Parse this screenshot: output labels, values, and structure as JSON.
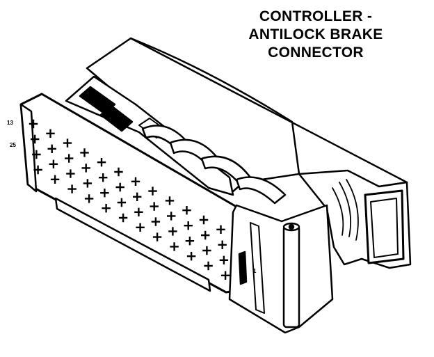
{
  "title": {
    "line1": "CONTROLLER -",
    "line2": "ANTILOCK BRAKE",
    "line3": "CONNECTOR"
  },
  "pin_labels": {
    "top_left": "13",
    "middle_left": "25",
    "right_side": "1"
  },
  "colors": {
    "ink": "#000000",
    "paper": "#ffffff"
  }
}
